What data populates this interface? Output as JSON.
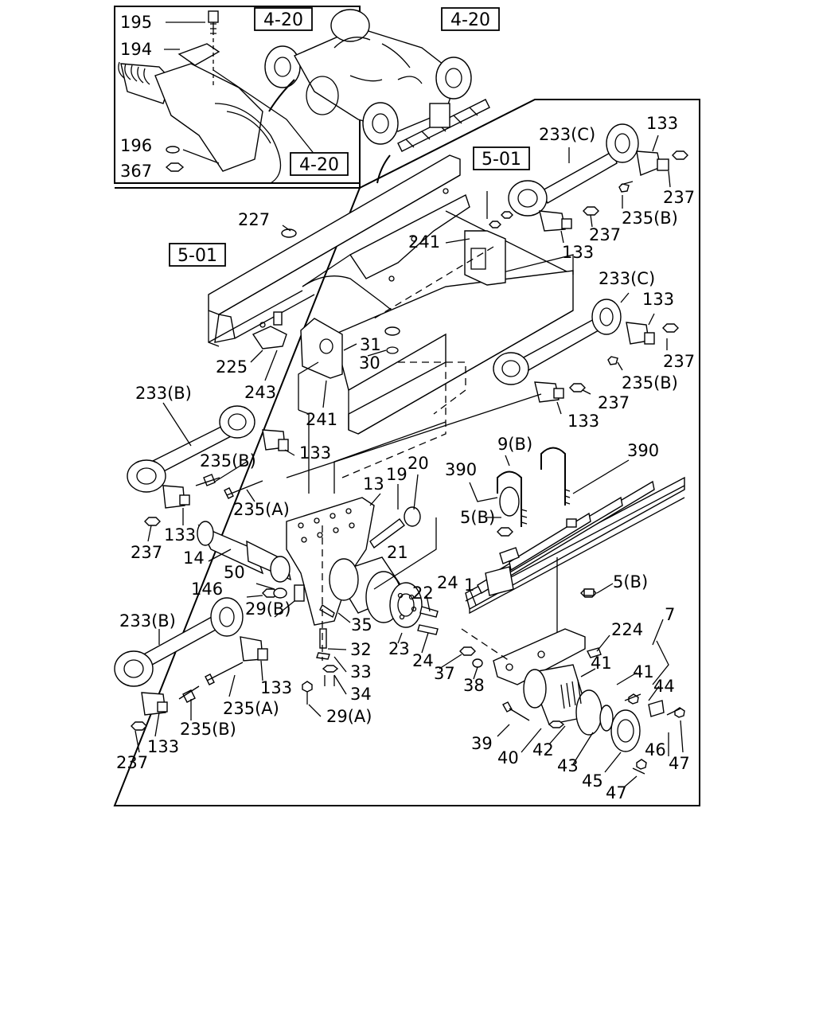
{
  "diagram": {
    "reference_boxes": [
      "4-20",
      "4-20",
      "4-20",
      "5-01",
      "5-01"
    ],
    "inset_labels": [
      "195",
      "194",
      "196",
      "367"
    ],
    "labels": [
      "233(C)",
      "133",
      "237",
      "235(B)",
      "237",
      "133",
      "227",
      "241",
      "233(C)",
      "133",
      "237",
      "235(B)",
      "237",
      "133",
      "225",
      "243",
      "31",
      "30",
      "241",
      "233(B)",
      "133",
      "235(B)",
      "235(A)",
      "237",
      "133",
      "9(B)",
      "390",
      "390",
      "5(B)",
      "13",
      "19",
      "20",
      "14",
      "21",
      "22",
      "50",
      "146",
      "29(B)",
      "35",
      "24",
      "1",
      "5(B)",
      "7",
      "233(B)",
      "32",
      "33",
      "34",
      "23",
      "24",
      "37",
      "38",
      "224",
      "41",
      "41",
      "44",
      "133",
      "235(A)",
      "235(B)",
      "133",
      "237",
      "29(A)",
      "39",
      "40",
      "42",
      "43",
      "45",
      "46",
      "47",
      "47"
    ]
  }
}
